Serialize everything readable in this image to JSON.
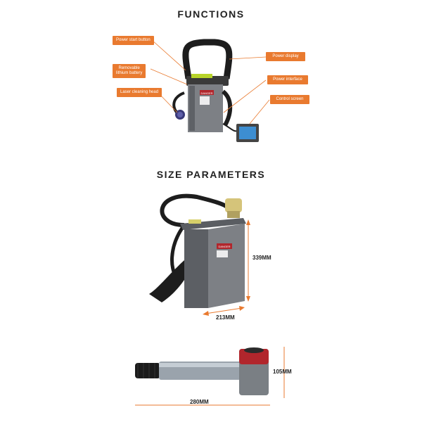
{
  "functions": {
    "heading": "FUNCTIONS",
    "callouts": {
      "power_start_button": "Power start button",
      "removable_battery": "Removable\nlithium battery",
      "laser_cleaning_head": "Laser cleaning head",
      "power_display": "Power display",
      "power_interface": "Power interface",
      "control_screen": "Control screen"
    }
  },
  "size": {
    "heading": "SIZE PARAMETERS",
    "height": "339MM",
    "width": "213MM",
    "head_height": "105MM",
    "head_length": "280MM"
  },
  "colors": {
    "accent": "#e97a2f",
    "body": "#7d8085",
    "dark": "#2b2b2b",
    "head_red": "#b1262c",
    "screen": "#3d8ed1"
  },
  "product_labels": {
    "warning_badge": "DANGER"
  }
}
